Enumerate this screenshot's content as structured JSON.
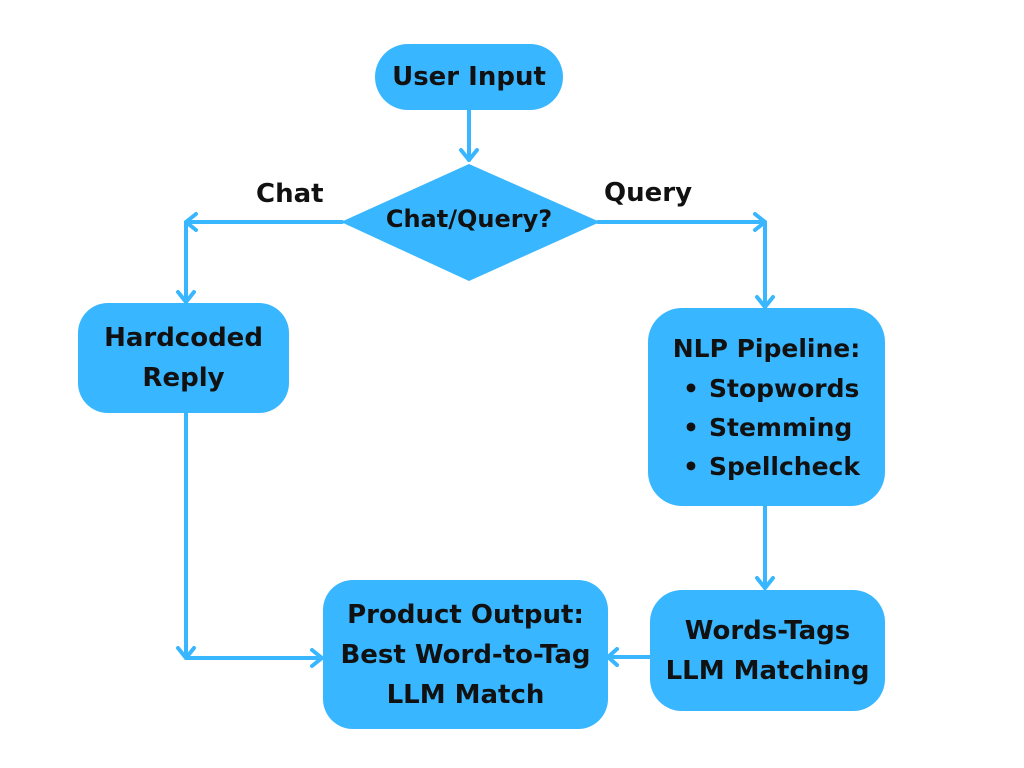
{
  "colors": {
    "node_fill": "#38B6FF",
    "arrow": "#38B6FF",
    "text": "#111111"
  },
  "nodes": {
    "user_input": {
      "label": "User Input"
    },
    "decision": {
      "label": "Chat/Query?"
    },
    "hardcoded_reply": {
      "lines": [
        "Hardcoded",
        "Reply"
      ]
    },
    "nlp_pipeline": {
      "title": "NLP Pipeline:",
      "items": [
        "Stopwords",
        "Stemming",
        "Spellcheck"
      ]
    },
    "words_tags": {
      "lines": [
        "Words-Tags",
        "LLM Matching"
      ]
    },
    "product_output": {
      "lines": [
        "Product Output:",
        "Best Word-to-Tag",
        "LLM Match"
      ]
    }
  },
  "edges": {
    "chat_label": "Chat",
    "query_label": "Query"
  }
}
